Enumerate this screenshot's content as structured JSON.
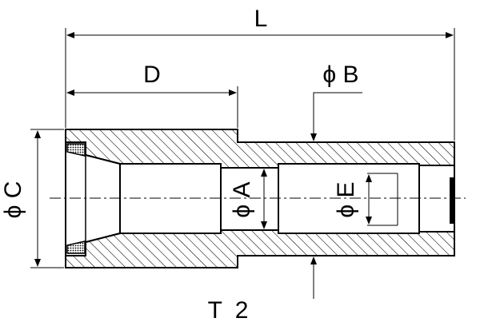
{
  "labels": {
    "L": "L",
    "D": "D",
    "B": "ϕ B",
    "C": "ϕ C",
    "A": "ϕ A",
    "E": "ϕ E",
    "model": "T 2"
  }
}
